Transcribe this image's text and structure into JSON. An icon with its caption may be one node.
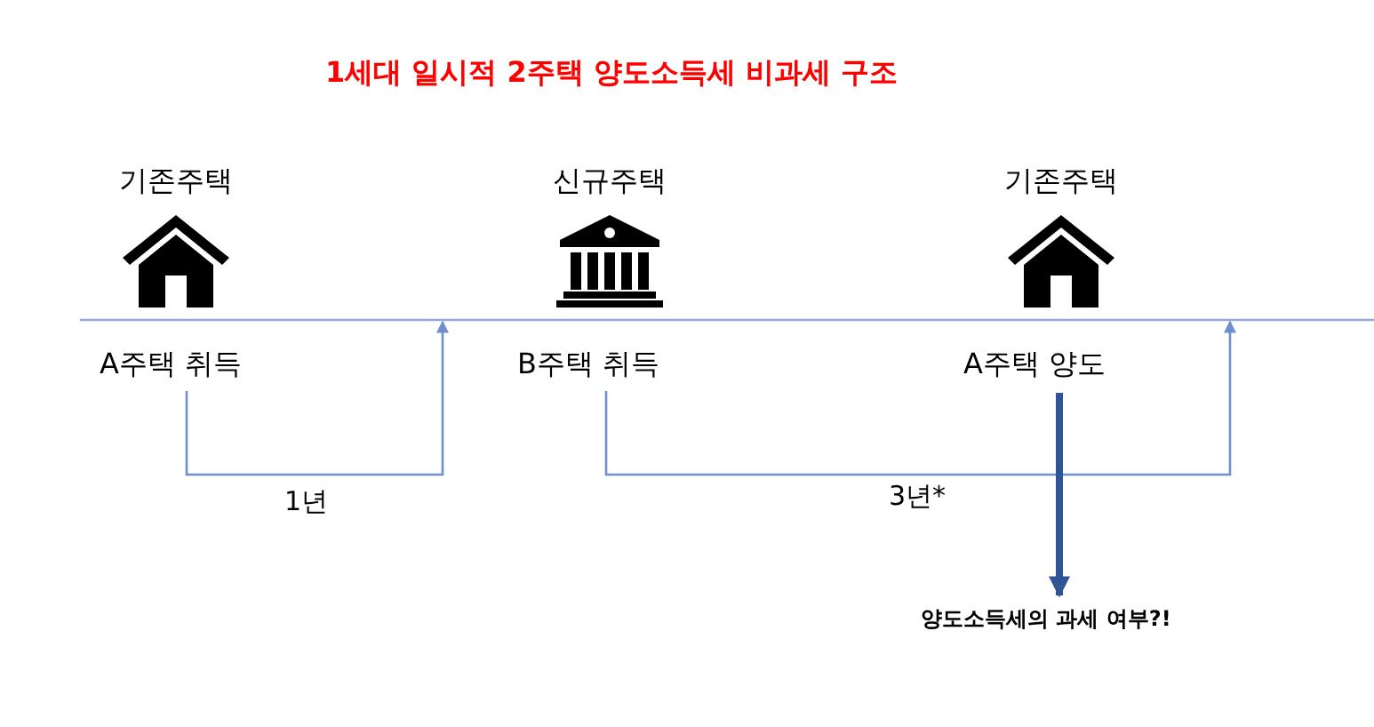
{
  "diagram": {
    "title": "1세대 일시적 2주택 양도소득세 비과세 구조",
    "nodes": [
      {
        "text": [
          "기존주택"
        ]
      },
      {
        "text": [
          "신규주택"
        ]
      },
      {
        "text": [
          "기존주택"
        ]
      },
      {
        "text": [
          "A주택 취득"
        ]
      },
      {
        "text": [
          "B주택 취득"
        ]
      },
      {
        "text": [
          "A주택 양도"
        ]
      },
      {
        "text": [
          "양도소득세의 과세 여부?!"
        ]
      }
    ],
    "edges": [
      {
        "from": 3,
        "to": null,
        "arrow": "to",
        "label": "1년"
      },
      {
        "from": 4,
        "to": null,
        "arrow": "to",
        "label": "3년*"
      },
      {
        "from": 5,
        "to": 6,
        "arrow": "to",
        "style": "thick",
        "color": "#2f5597"
      }
    ]
  }
}
